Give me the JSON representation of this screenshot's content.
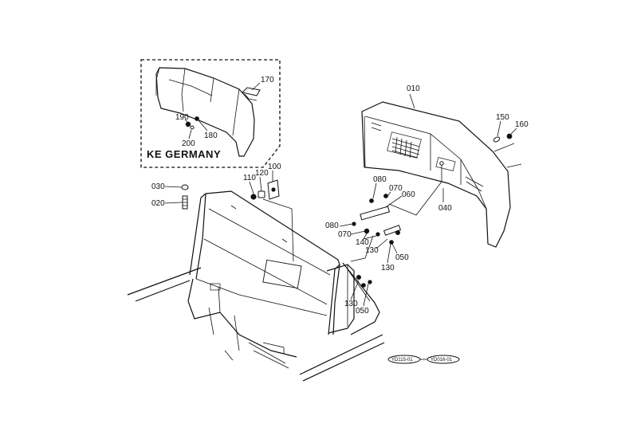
{
  "inset": {
    "note": "KE GERMANY",
    "callouts": [
      "170",
      "190",
      "180",
      "200"
    ]
  },
  "callouts": {
    "c010": "010",
    "c020": "020",
    "c030": "030",
    "c040": "040",
    "c050a": "050",
    "c050b": "050",
    "c060": "060",
    "c070a": "070",
    "c070b": "070",
    "c080a": "080",
    "c080b": "080",
    "c100": "100",
    "c110": "110",
    "c120": "120",
    "c130a": "130",
    "c130b": "130",
    "c130c": "130",
    "c140": "140",
    "c150": "150",
    "c160": "160"
  },
  "references": [
    "YD115-01",
    "YD016-01"
  ]
}
